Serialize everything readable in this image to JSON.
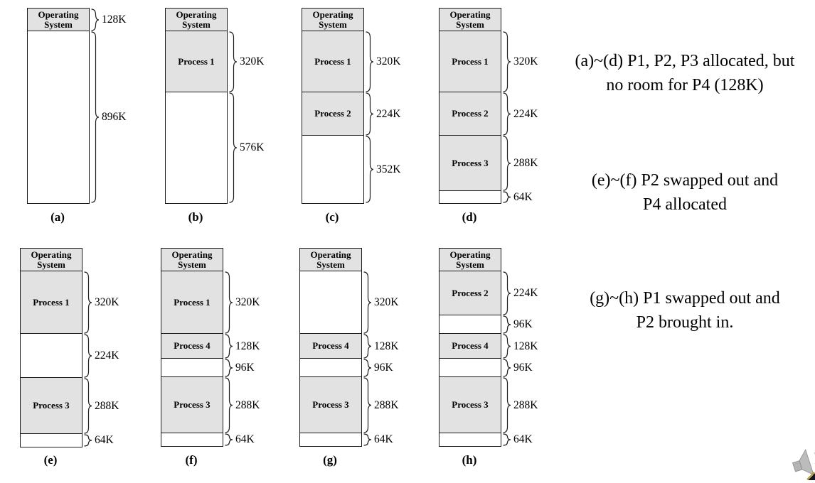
{
  "colors": {
    "block_fill": "#e2e2e2",
    "block_border": "#1c1c1c",
    "text": "#000000",
    "speaker_gray": "#b4b4b4",
    "wave_gray": "#cccccc"
  },
  "os_block": {
    "line1": "Operating",
    "line2": "System"
  },
  "diagrams": [
    {
      "label": "(a)",
      "row": 0,
      "col": 0,
      "blocks": [
        {
          "name": "Operating System",
          "kind": "os",
          "size_k": 128,
          "brace_label": "128K"
        },
        {
          "name": "",
          "kind": "free",
          "size_k": 896,
          "brace_label": "896K"
        }
      ]
    },
    {
      "label": "(b)",
      "row": 0,
      "col": 1,
      "blocks": [
        {
          "name": "Operating System",
          "kind": "os",
          "size_k": 128,
          "brace_label": null
        },
        {
          "name": "Process 1",
          "kind": "process",
          "size_k": 320,
          "brace_label": "320K"
        },
        {
          "name": "",
          "kind": "free",
          "size_k": 576,
          "brace_label": "576K"
        }
      ]
    },
    {
      "label": "(c)",
      "row": 0,
      "col": 2,
      "blocks": [
        {
          "name": "Operating System",
          "kind": "os",
          "size_k": 128,
          "brace_label": null
        },
        {
          "name": "Process 1",
          "kind": "process",
          "size_k": 320,
          "brace_label": "320K"
        },
        {
          "name": "Process 2",
          "kind": "process",
          "size_k": 224,
          "brace_label": "224K"
        },
        {
          "name": "",
          "kind": "free",
          "size_k": 352,
          "brace_label": "352K"
        }
      ]
    },
    {
      "label": "(d)",
      "row": 0,
      "col": 3,
      "blocks": [
        {
          "name": "Operating System",
          "kind": "os",
          "size_k": 128,
          "brace_label": null
        },
        {
          "name": "Process 1",
          "kind": "process",
          "size_k": 320,
          "brace_label": "320K"
        },
        {
          "name": "Process 2",
          "kind": "process",
          "size_k": 224,
          "brace_label": "224K"
        },
        {
          "name": "Process 3",
          "kind": "process",
          "size_k": 288,
          "brace_label": "288K"
        },
        {
          "name": "",
          "kind": "free",
          "size_k": 64,
          "brace_label": "64K"
        }
      ]
    },
    {
      "label": "(e)",
      "row": 1,
      "col": 0,
      "blocks": [
        {
          "name": "Operating System",
          "kind": "os",
          "size_k": 128,
          "brace_label": null
        },
        {
          "name": "Process 1",
          "kind": "process",
          "size_k": 320,
          "brace_label": "320K"
        },
        {
          "name": "",
          "kind": "free",
          "size_k": 224,
          "brace_label": "224K"
        },
        {
          "name": "Process 3",
          "kind": "process",
          "size_k": 288,
          "brace_label": "288K"
        },
        {
          "name": "",
          "kind": "free",
          "size_k": 64,
          "brace_label": "64K"
        }
      ]
    },
    {
      "label": "(f)",
      "row": 1,
      "col": 1,
      "blocks": [
        {
          "name": "Operating System",
          "kind": "os",
          "size_k": 128,
          "brace_label": null
        },
        {
          "name": "Process 1",
          "kind": "process",
          "size_k": 320,
          "brace_label": "320K"
        },
        {
          "name": "Process 4",
          "kind": "process",
          "size_k": 128,
          "brace_label": "128K"
        },
        {
          "name": "",
          "kind": "free",
          "size_k": 96,
          "brace_label": "96K"
        },
        {
          "name": "Process 3",
          "kind": "process",
          "size_k": 288,
          "brace_label": "288K"
        },
        {
          "name": "",
          "kind": "free",
          "size_k": 64,
          "brace_label": "64K"
        }
      ]
    },
    {
      "label": "(g)",
      "row": 1,
      "col": 2,
      "blocks": [
        {
          "name": "Operating System",
          "kind": "os",
          "size_k": 128,
          "brace_label": null
        },
        {
          "name": "",
          "kind": "free",
          "size_k": 320,
          "brace_label": "320K"
        },
        {
          "name": "Process 4",
          "kind": "process",
          "size_k": 128,
          "brace_label": "128K"
        },
        {
          "name": "",
          "kind": "free",
          "size_k": 96,
          "brace_label": "96K"
        },
        {
          "name": "Process 3",
          "kind": "process",
          "size_k": 288,
          "brace_label": "288K"
        },
        {
          "name": "",
          "kind": "free",
          "size_k": 64,
          "brace_label": "64K"
        }
      ]
    },
    {
      "label": "(h)",
      "row": 1,
      "col": 3,
      "blocks": [
        {
          "name": "Operating System",
          "kind": "os",
          "size_k": 128,
          "brace_label": null
        },
        {
          "name": "Process 2",
          "kind": "process",
          "size_k": 224,
          "brace_label": "224K"
        },
        {
          "name": "",
          "kind": "free",
          "size_k": 96,
          "brace_label": "96K"
        },
        {
          "name": "Process 4",
          "kind": "process",
          "size_k": 128,
          "brace_label": "128K"
        },
        {
          "name": "",
          "kind": "free",
          "size_k": 96,
          "brace_label": "96K"
        },
        {
          "name": "Process 3",
          "kind": "process",
          "size_k": 288,
          "brace_label": "288K"
        },
        {
          "name": "",
          "kind": "free",
          "size_k": 64,
          "brace_label": "64K"
        }
      ]
    }
  ],
  "annotations": [
    {
      "lines": [
        "(a)~(d) P1, P2, P3 allocated, but",
        "no room for P4 (128K)"
      ]
    },
    {
      "lines": [
        "(e)~(f) P2 swapped out and",
        "P4 allocated"
      ]
    },
    {
      "lines": [
        "(g)~(h) P1 swapped out and",
        "P2 brought in."
      ]
    }
  ],
  "icons": {
    "audio": "speaker-icon"
  }
}
